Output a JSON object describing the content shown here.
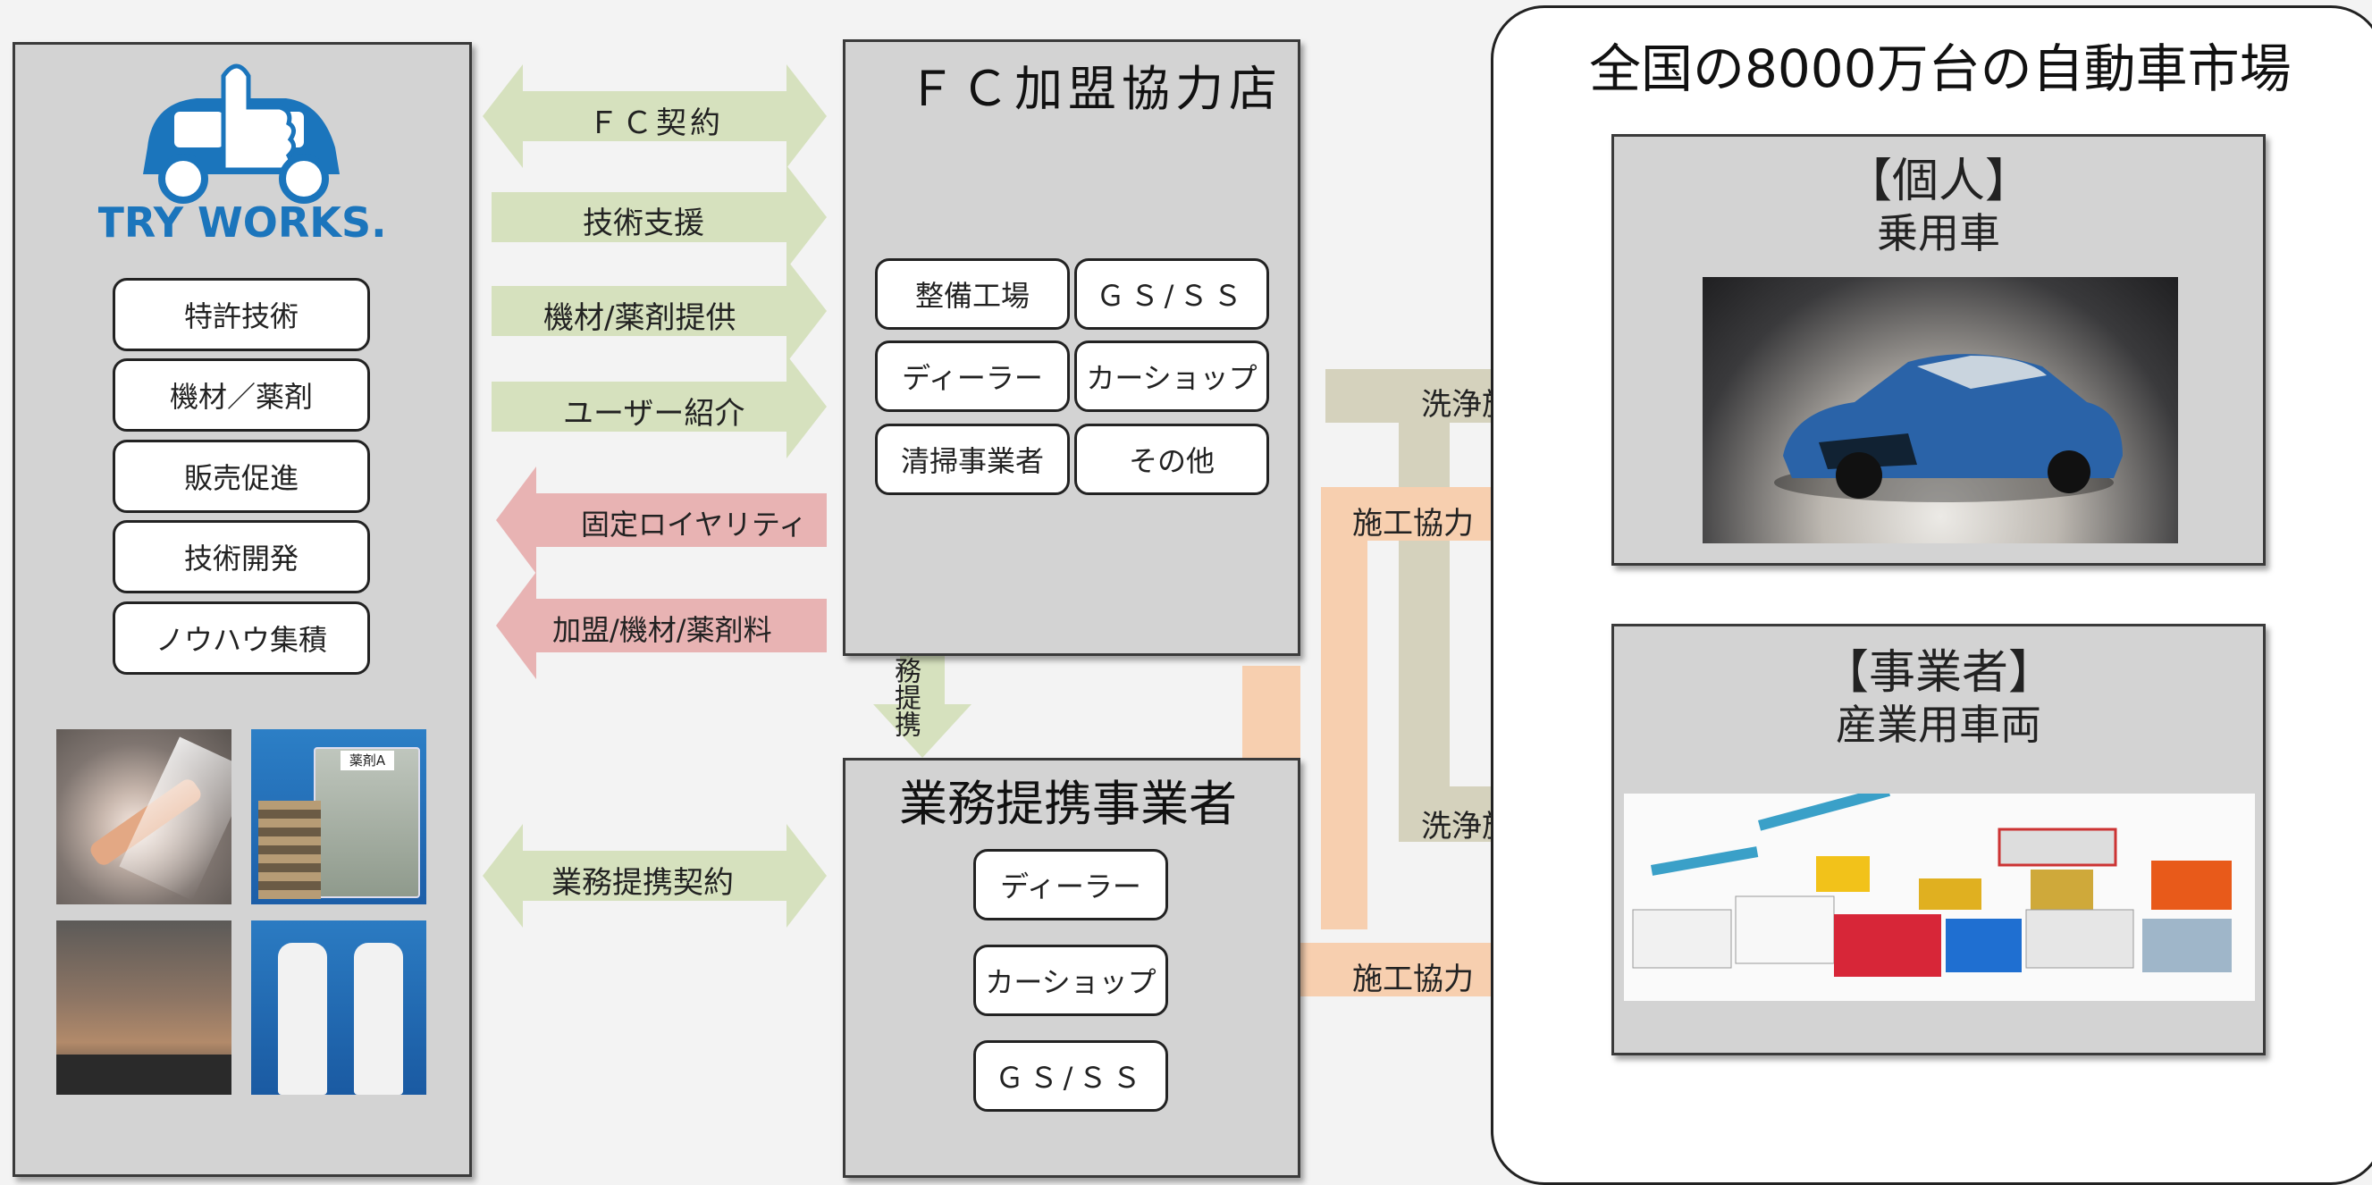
{
  "company": {
    "logo_text": "TRY WORKS.",
    "items": [
      "特許技術",
      "機材／薬剤",
      "販売促進",
      "技術開発",
      "ノウハウ集積"
    ],
    "photos": [
      "spray-nozzle-photo",
      "chemical-beaker-photo",
      "dirty-water-photo",
      "white-bottles-photo"
    ],
    "beaker_label": "薬剤A"
  },
  "flows": {
    "fc_contract": "ＦＣ契約",
    "tech_support": "技術支援",
    "equipment_supply": "機材/薬剤提供",
    "user_referral": "ユーザー紹介",
    "fixed_royalty": "固定ロイヤリティ",
    "join_fee": "加盟/機材/薬剤料",
    "partnership": "業務提携",
    "business_alliance_contract": "業務提携契約",
    "washing_1": "洗浄施工",
    "coop_1": "施工協力",
    "washing_2": "洗浄施工",
    "coop_2": "施工協力"
  },
  "fc_store": {
    "title": "ＦＣ加盟協力店",
    "items": [
      "整備工場",
      "ＧＳ/ＳＳ",
      "ディーラー",
      "カーショップ",
      "清掃事業者",
      "その他"
    ]
  },
  "partner": {
    "title": "業務提携事業者",
    "items": [
      "ディーラー",
      "カーショップ",
      "ＧＳ/ＳＳ"
    ]
  },
  "market": {
    "title": "全国の8000万台の自動車市場",
    "individual": {
      "title": "【個人】",
      "subtitle": "乗用車",
      "photo": "blue-sports-car-photo"
    },
    "business": {
      "title": "【事業者】",
      "subtitle": "産業用車両",
      "photo": "toy-industrial-vehicles-photo"
    }
  },
  "colors": {
    "green_arrow": "#d6e1be",
    "red_arrow": "#e8b3b3",
    "orange_arrow": "#f7cfaf",
    "gray_arrow": "#d5d2bd",
    "panel": "#d3d3d3",
    "logo_blue": "#1b75bc"
  }
}
